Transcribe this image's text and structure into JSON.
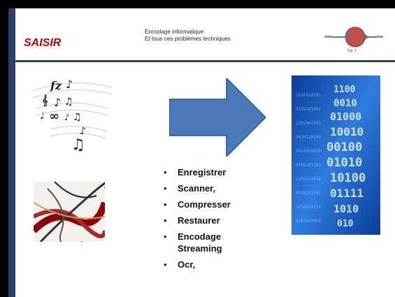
{
  "slide": {
    "title": "SAISIR",
    "subtitle_lines": [
      "Encodage  informatique",
      "Et tous ces problèmes techniques"
    ],
    "logo": {
      "icon": "diagram-logo-icon",
      "caption": "Fig. 1"
    },
    "bullets": [
      "Enregistrer",
      "Scanner,",
      "Compresser",
      "Restaurer",
      "Encodage Streaming",
      "Ocr,"
    ],
    "bullet_glyph": "•",
    "colors": {
      "title": "#c00000",
      "accent": "#2b3f6f",
      "arrow": "#4a78b8",
      "logo_circle": "#c0504d"
    }
  }
}
